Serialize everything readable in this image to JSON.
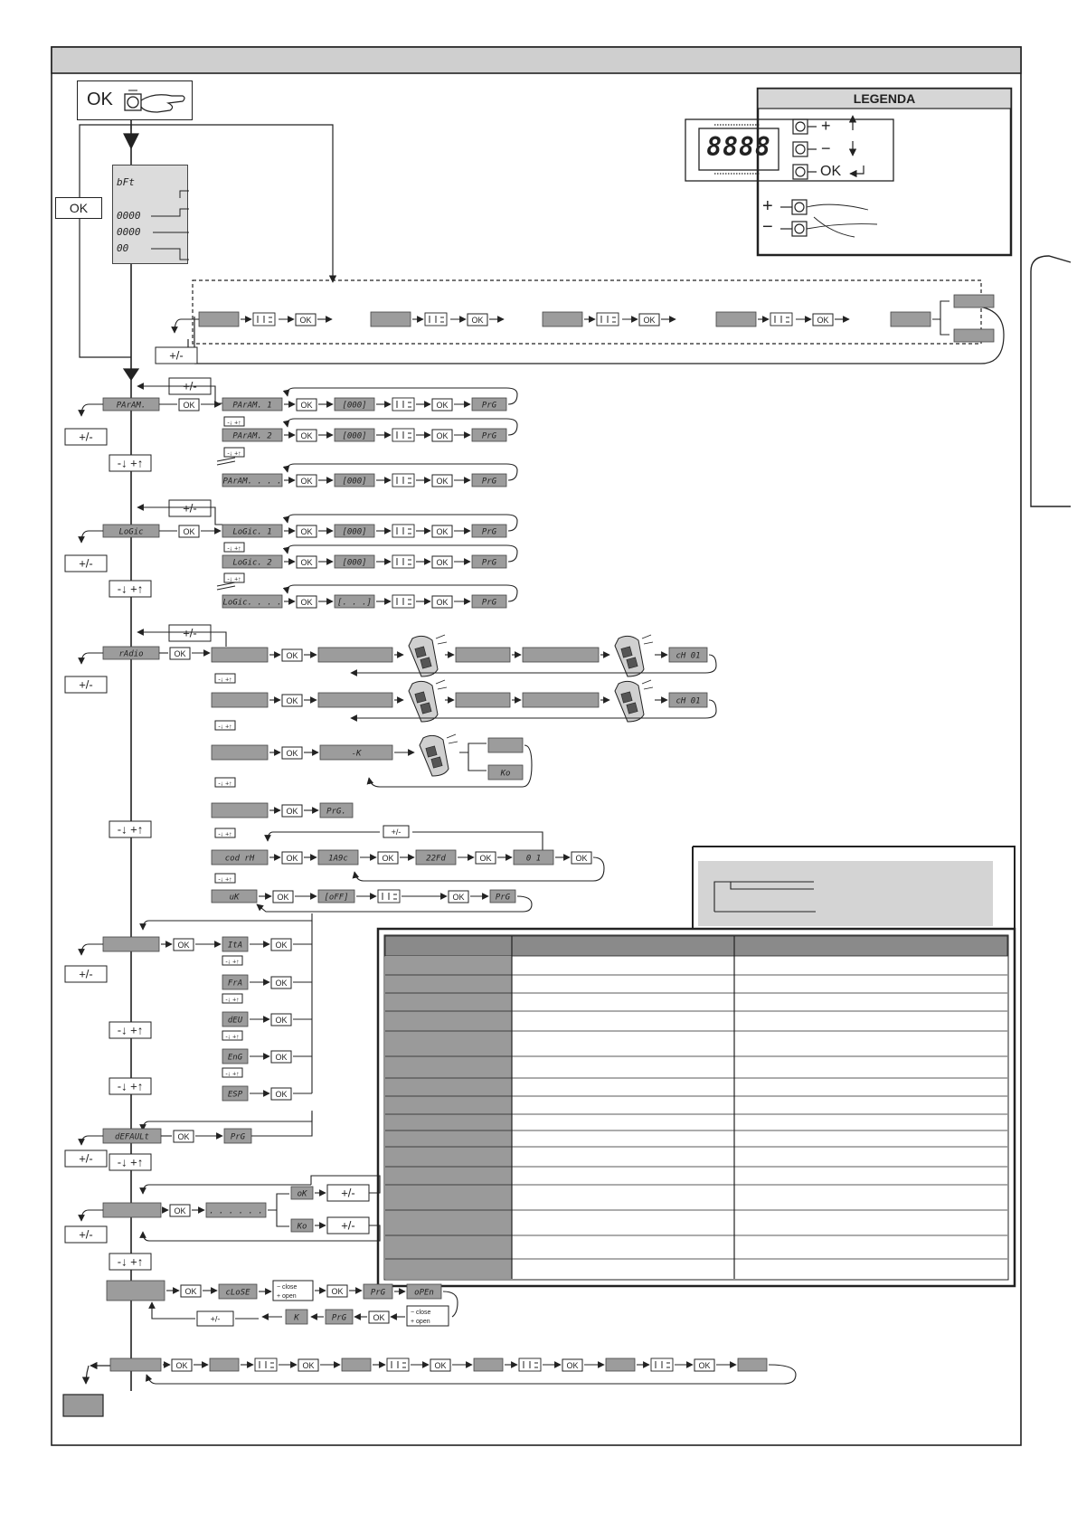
{
  "legend": {
    "title": "LEGENDA",
    "display": "8888",
    "plus": "+",
    "minus": "−",
    "ok": "OK"
  },
  "start": {
    "ok_label": "OK"
  },
  "side_ok_label": "OK",
  "plus_minus": "+/-",
  "down_up": "-↓ +↑",
  "mini_down_up": "-↓ +↑",
  "ok": "OK",
  "value": "[000]",
  "value_dots": "[. . .]",
  "prg": "PrG",
  "info": {
    "brand": "bFt",
    "line1": "0000",
    "line2": "0000",
    "line3": "00"
  },
  "param": {
    "menu": "PArAM.",
    "items": [
      "PArAM. 1",
      "PArAM. 2",
      "PArAM. . . ."
    ]
  },
  "logic": {
    "menu": "LoGic",
    "items": [
      "LoGic. 1",
      "LoGic. 2",
      "LoGic. . . ."
    ]
  },
  "radio": {
    "menu": "rAdio",
    "key": "-K",
    "ko": "Ko",
    "ch": "cH 01",
    "prg": "PrG.",
    "cod_rh": "cod rH",
    "code1": "1A9c",
    "code2": "22Fd",
    "code3": "0 1",
    "uk": "uK",
    "off": "[oFF]"
  },
  "lang": {
    "items": [
      "ItA",
      "FrA",
      "dEU",
      "EnG",
      "ESP"
    ]
  },
  "default": {
    "menu": "dEFAULt",
    "prg": "PrG"
  },
  "check": {
    "dots": ". . .  . . .",
    "ok": "oK",
    "ko": "Ko"
  },
  "learn": {
    "close": "cLoSE",
    "open": "oPEn",
    "k": "K",
    "minus_close": "− close",
    "plus_open": "+ open"
  }
}
